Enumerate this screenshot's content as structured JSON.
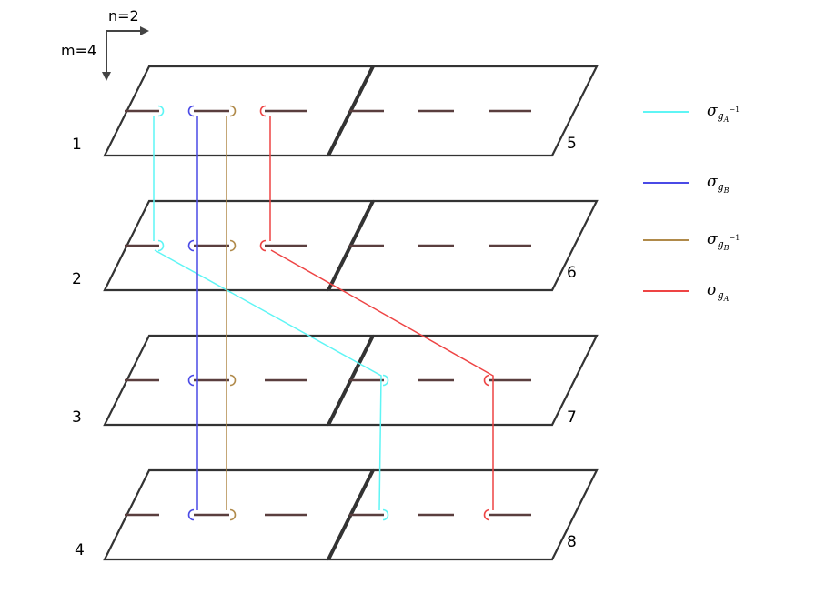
{
  "axes": {
    "n_label": "n=2",
    "m_label": "m=4"
  },
  "sheets": [
    {
      "id": 1,
      "label": "1"
    },
    {
      "id": 2,
      "label": "2"
    },
    {
      "id": 3,
      "label": "3"
    },
    {
      "id": 4,
      "label": "4"
    },
    {
      "id": 5,
      "label": "5"
    },
    {
      "id": 6,
      "label": "6"
    },
    {
      "id": 7,
      "label": "7"
    },
    {
      "id": 8,
      "label": "8"
    }
  ],
  "legend": [
    {
      "key": "gA_inv",
      "symbol": "σ",
      "sub": "g",
      "subsub": "A",
      "sup": "−1",
      "color": "#5ff5f5"
    },
    {
      "key": "gB",
      "symbol": "σ",
      "sub": "g",
      "subsub": "B",
      "sup": "",
      "color": "#4a4ae6"
    },
    {
      "key": "gB_inv",
      "symbol": "σ",
      "sub": "g",
      "subsub": "B",
      "sup": "−1",
      "color": "#b08a4a"
    },
    {
      "key": "gA",
      "symbol": "σ",
      "sub": "g",
      "subsub": "A",
      "sup": "",
      "color": "#ee4444"
    }
  ],
  "colors": {
    "sheet_outline": "#333333",
    "branch_cut": "#5a3e3e",
    "arrow": "#444444"
  }
}
